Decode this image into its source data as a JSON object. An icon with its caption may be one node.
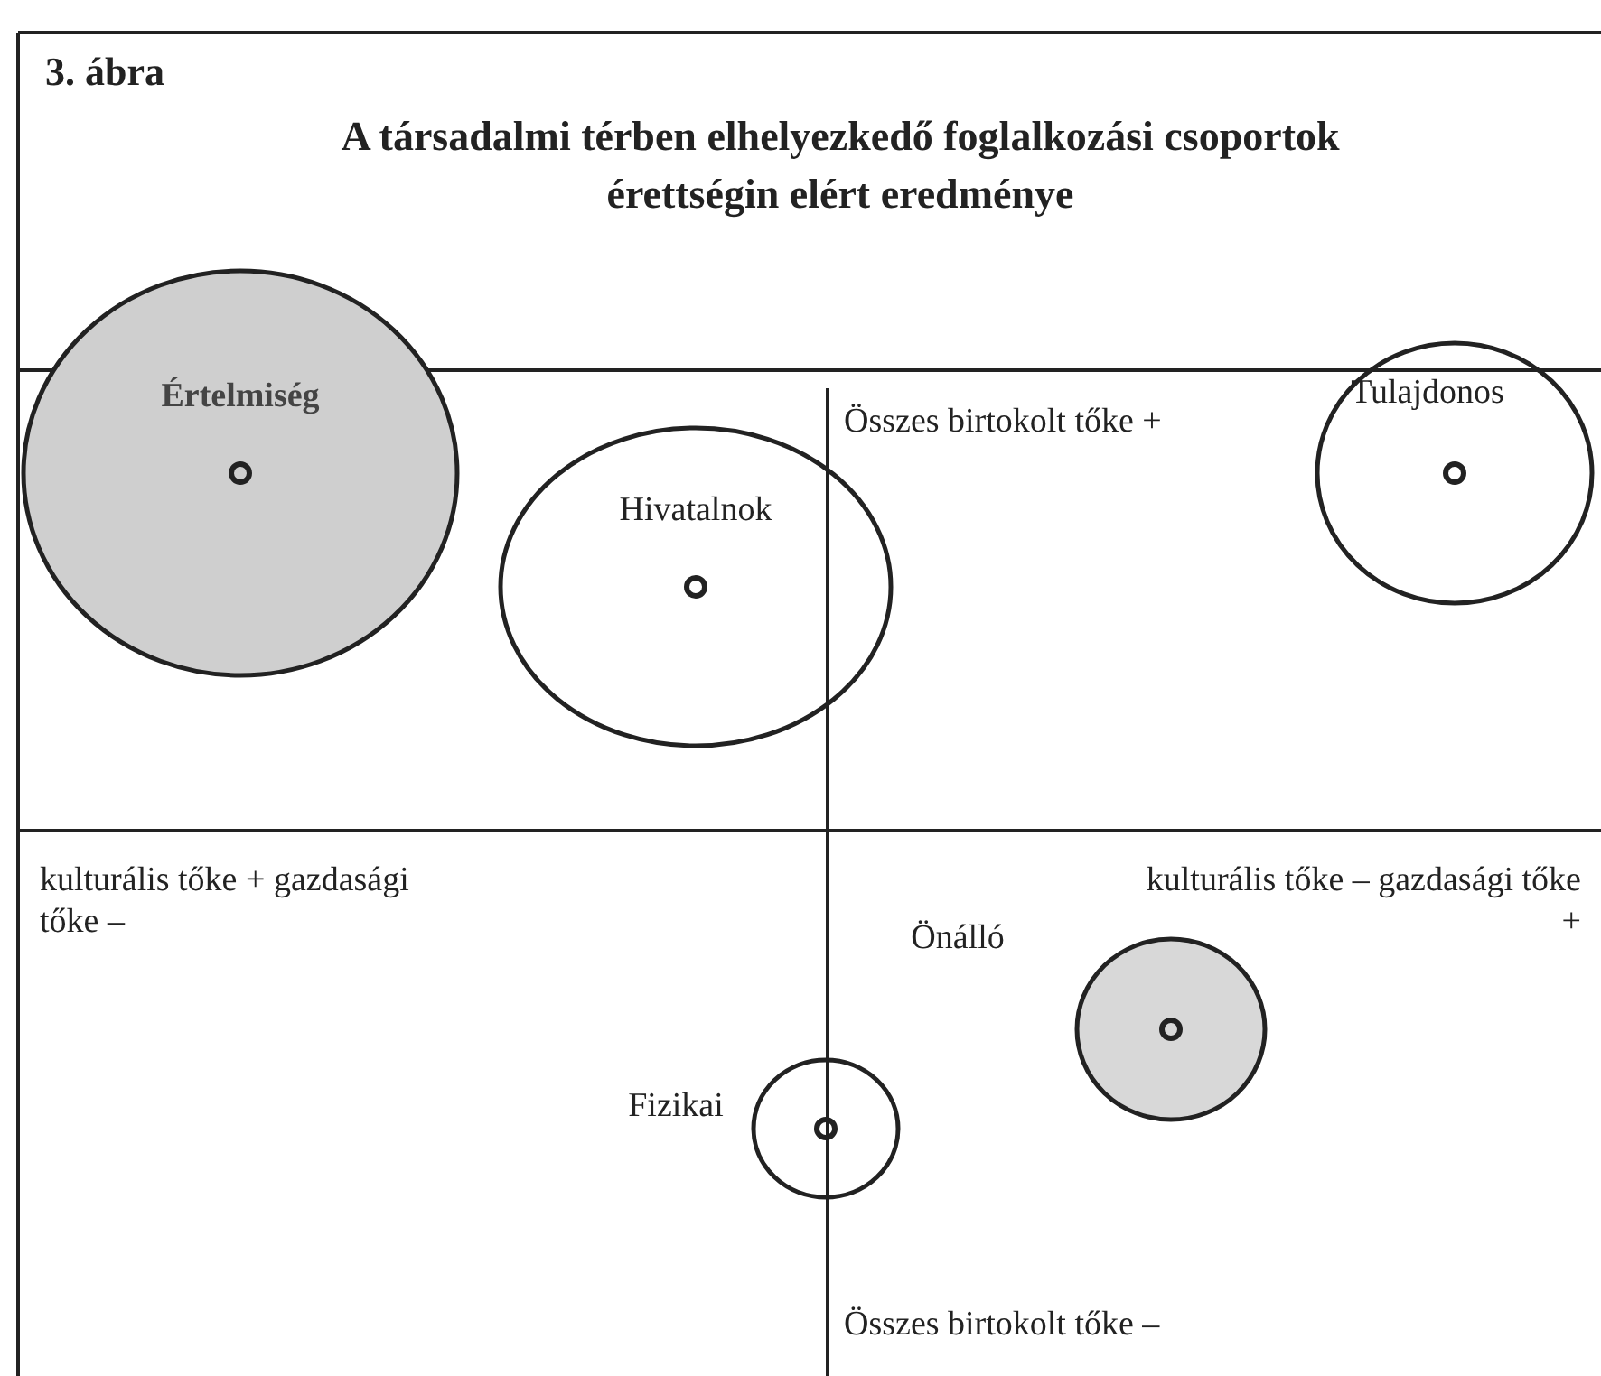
{
  "diagram": {
    "title": "A társadalmi térben elhelyezkedő foglalkozási csoportok érettségin elért eredménye",
    "nodes": [
      {
        "text": [
          "Értelmiség"
        ]
      },
      {
        "text": [
          "Hivatalnok"
        ]
      },
      {
        "text": [
          "Tulajdonos"
        ]
      },
      {
        "text": [
          "Önálló"
        ]
      },
      {
        "text": [
          "Fizikai"
        ]
      }
    ],
    "labels": [
      "3. ábra",
      "Összes birtokolt tőke +",
      "kulturális tőke + gazdasági tőke –",
      "kulturális tőke – gazdasági tőke +",
      "Összes birtokolt tőke –"
    ]
  }
}
